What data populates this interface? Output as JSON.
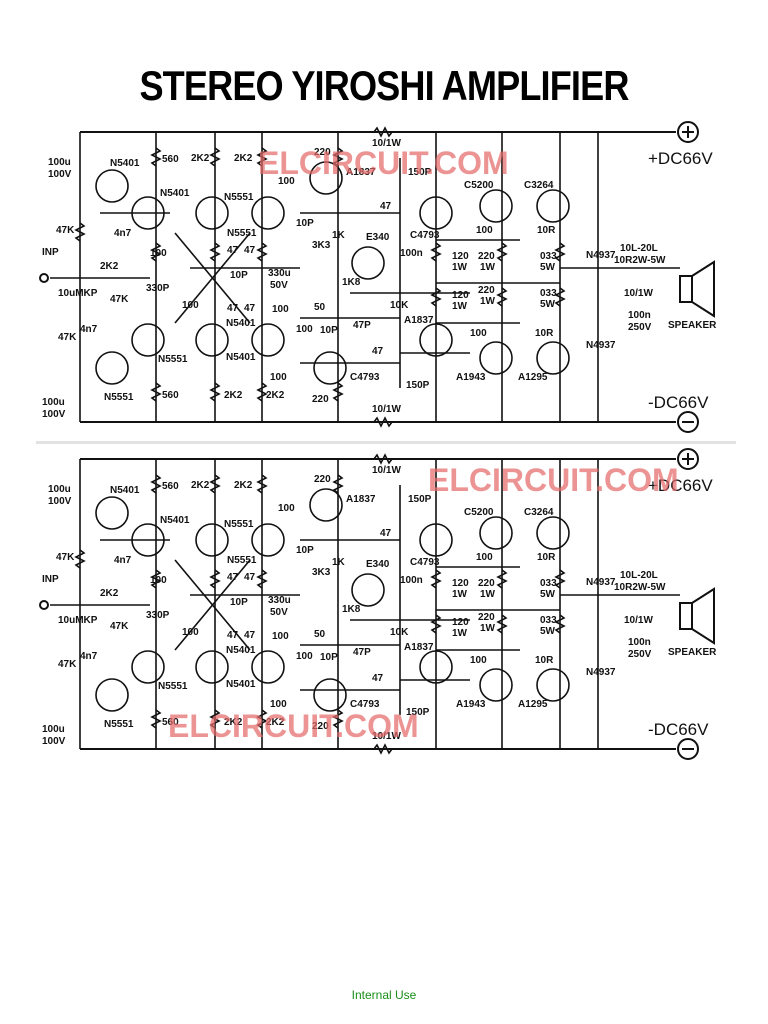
{
  "title": "STEREO YIROSHI AMPLIFIER",
  "footer": "Internal Use",
  "watermark_text": "ELCIRCUIT.COM",
  "colors": {
    "watermark": "#e56a6a",
    "footer": "#1a8f1a",
    "ink": "#111111"
  },
  "schematic": {
    "supply_positive": "+DC66V",
    "supply_negative": "-DC66V",
    "input_label": "INP",
    "output_label": "SPEAKER",
    "labels": {
      "c_100u_1": "100u",
      "c_100v_1": "100V",
      "q_n5401_in": "N5401",
      "r_560_top": "560",
      "d_n5401": "N5401",
      "r_2k2_a": "2K2",
      "r_2k2_b": "2K2",
      "q_n5551_top": "N5551",
      "q_n5551_mid": "N5551",
      "r_47_a": "47",
      "r_47_b": "47",
      "r_220_top": "220",
      "q_a1837_top": "A1837",
      "r_10_1w_top": "10/1W",
      "c_150p_top": "150P",
      "q_c5200": "C5200",
      "q_c3264": "C3264",
      "r_47k": "47K",
      "c_4n7_top": "4n7",
      "r_100_a": "100",
      "r_100_top": "100",
      "c_10p_top": "10P",
      "r_3k3": "3K3",
      "r_1k": "1K",
      "q_e340": "E340",
      "r_47_mid": "47",
      "q_c4793_top": "C4793",
      "r_100_b": "100",
      "r_10r_top": "10R",
      "d_n4937_top": "N4937",
      "c_10p_mid": "10P",
      "c_330u": "330u",
      "c_50v": "50V",
      "c_100n_mid": "100n",
      "r_120_a": "120",
      "r_1w_a": "1W",
      "r_220_a": "220",
      "r_1w_b": "1W",
      "r_033_a": "033",
      "r_5w_a": "5W",
      "l_10l_20l": "10L-20L",
      "l_10r2w_5w": "10R2W-5W",
      "r_10_1w_out": "10/1W",
      "r_2k2_in": "2K2",
      "c_10umkp": "10uMKP",
      "r_47k_b": "47K",
      "c_330p": "330P",
      "r_100_c": "100",
      "r_100_d": "100",
      "c_50": "50",
      "r_1k8": "1K8",
      "r_10k": "10K",
      "r_120_b": "120",
      "r_1w_c": "1W",
      "r_220_b": "220",
      "r_1w_d": "1W",
      "r_033_b": "033",
      "r_5w_b": "5W",
      "r_47k_c": "47K",
      "c_4n7_b": "4n7",
      "q_n5551_b": "N5551",
      "r_47_c": "47",
      "r_47_d": "47",
      "q_n5401_b": "N5401",
      "c_47p": "47P",
      "q_a1837_b": "A1837",
      "r_100_e": "100",
      "r_10r_b": "10R",
      "d_n4937_b": "N4937",
      "c_100n_out": "100n",
      "c_250v": "250V",
      "r_100_f": "100",
      "c_10p_b": "10P",
      "r_47_e": "47",
      "q_n5551_in_b": "N5551",
      "r_560_b": "560",
      "q_n5401_c": "N5401",
      "r_100_g": "100",
      "q_c4793_b": "C4793",
      "c_150p_b": "150P",
      "q_a1943": "A1943",
      "q_a1295": "A1295",
      "c_100u_2": "100u",
      "c_100v_2": "100V",
      "r_2k2_c": "2K2",
      "r_2k2_d": "2K2",
      "r_220_b2": "220",
      "r_10_1w_bot": "10/1W"
    }
  }
}
